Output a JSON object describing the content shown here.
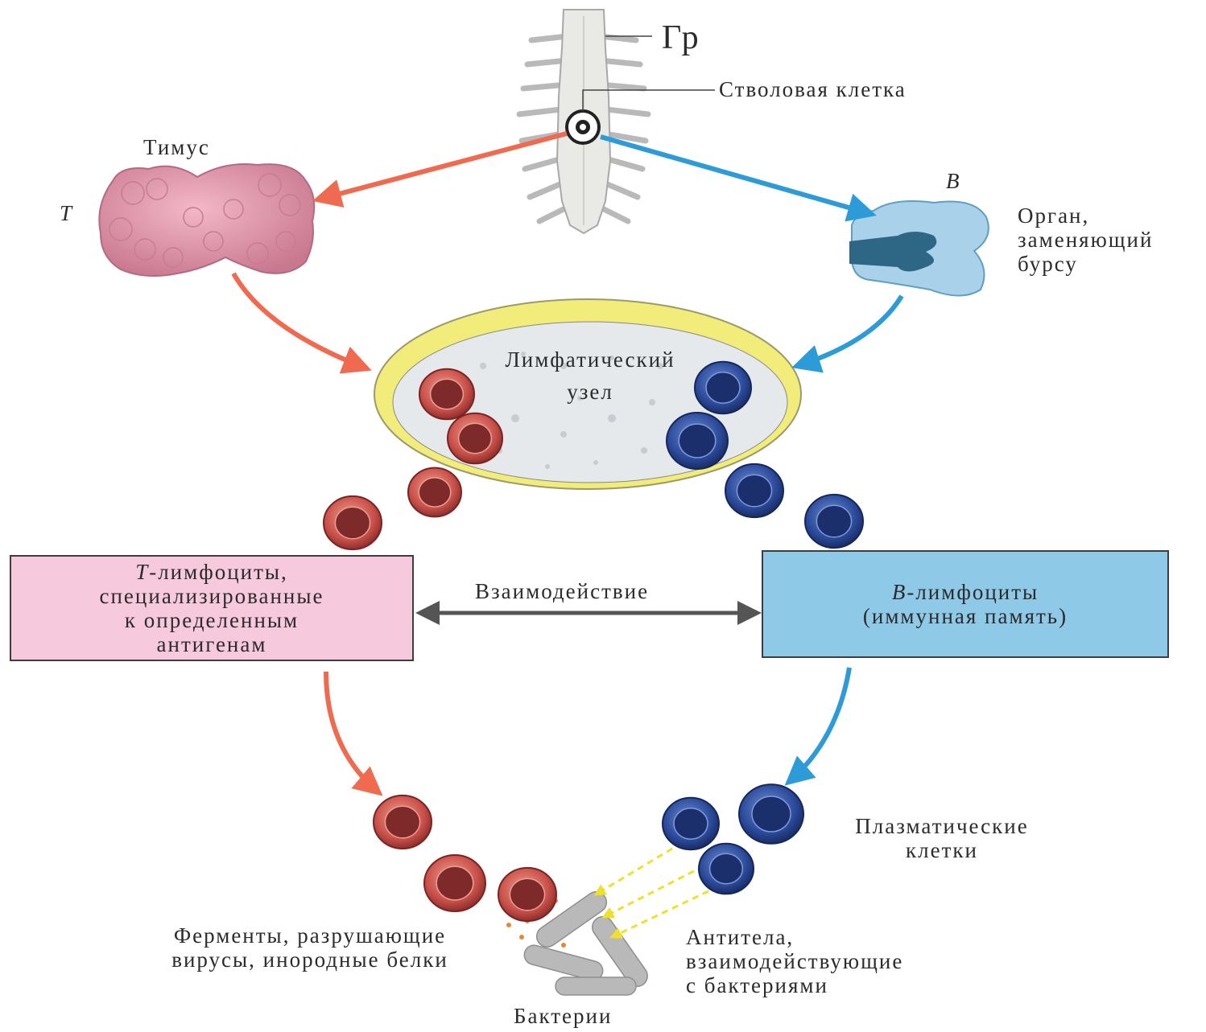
{
  "labels": {
    "marrow": "Гр",
    "stem_cell": "Стволовая клетка",
    "thymus": "Тимус",
    "t_letter": "T",
    "b_letter": "B",
    "bursa_line1": "Орган,",
    "bursa_line2": "заменяющий",
    "bursa_line3": "бурсу",
    "node_line1": "Лимфатический",
    "node_line2": "узел",
    "interaction": "Взаимодействие",
    "plasma_line1": "Плазматические",
    "plasma_line2": "клетки",
    "enzymes_line1": "Ферменты, разрушающие",
    "enzymes_line2": "вирусы, инородные белки",
    "antibodies_line1": "Антитела,",
    "antibodies_line2": "взаимодействующие",
    "antibodies_line3": "с бактериями",
    "bacteria": "Бактерии"
  },
  "t_box": {
    "letter": "T",
    "line1_rest": "-лимфоциты,",
    "line2": "специализированные",
    "line3": "к определенным",
    "line4": "антигенам"
  },
  "b_box": {
    "letter": "B",
    "line1_rest": "-лимфоциты",
    "line2": "(иммунная память)"
  },
  "colors": {
    "t_path": "#ef6a4e",
    "b_path": "#2c9bd8",
    "t_box_fill": "#f6c9dd",
    "b_box_fill": "#8fc9e8",
    "t_cell": "#c0443d",
    "b_cell": "#2b4a9a",
    "node_capsule": "#f2ec7a",
    "interaction_arrow": "#555555",
    "antibody_arrow": "#f0e02a"
  }
}
